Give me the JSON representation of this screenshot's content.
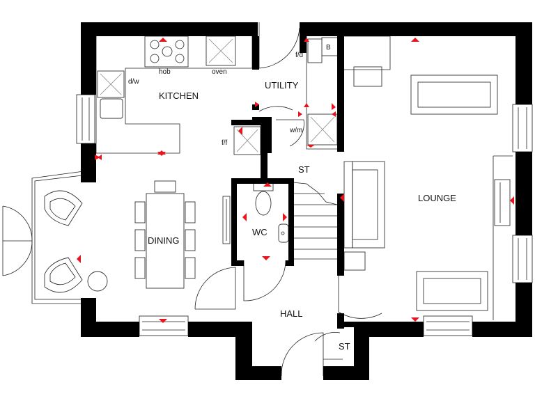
{
  "rooms": {
    "kitchen": "KITCHEN",
    "utility": "UTILITY",
    "lounge": "LOUNGE",
    "dining": "DINING",
    "wc": "WC",
    "hall": "HALL",
    "st_upper": "ST",
    "st_lower": "ST"
  },
  "fixtures": {
    "hob": "hob",
    "oven": "oven",
    "dw": "d/w",
    "fd": "f/d",
    "b": "B",
    "wm": "w/m",
    "ff": "f/f"
  },
  "colors": {
    "wall": "#000000",
    "marker": "#e8141e",
    "line": "#222222"
  }
}
